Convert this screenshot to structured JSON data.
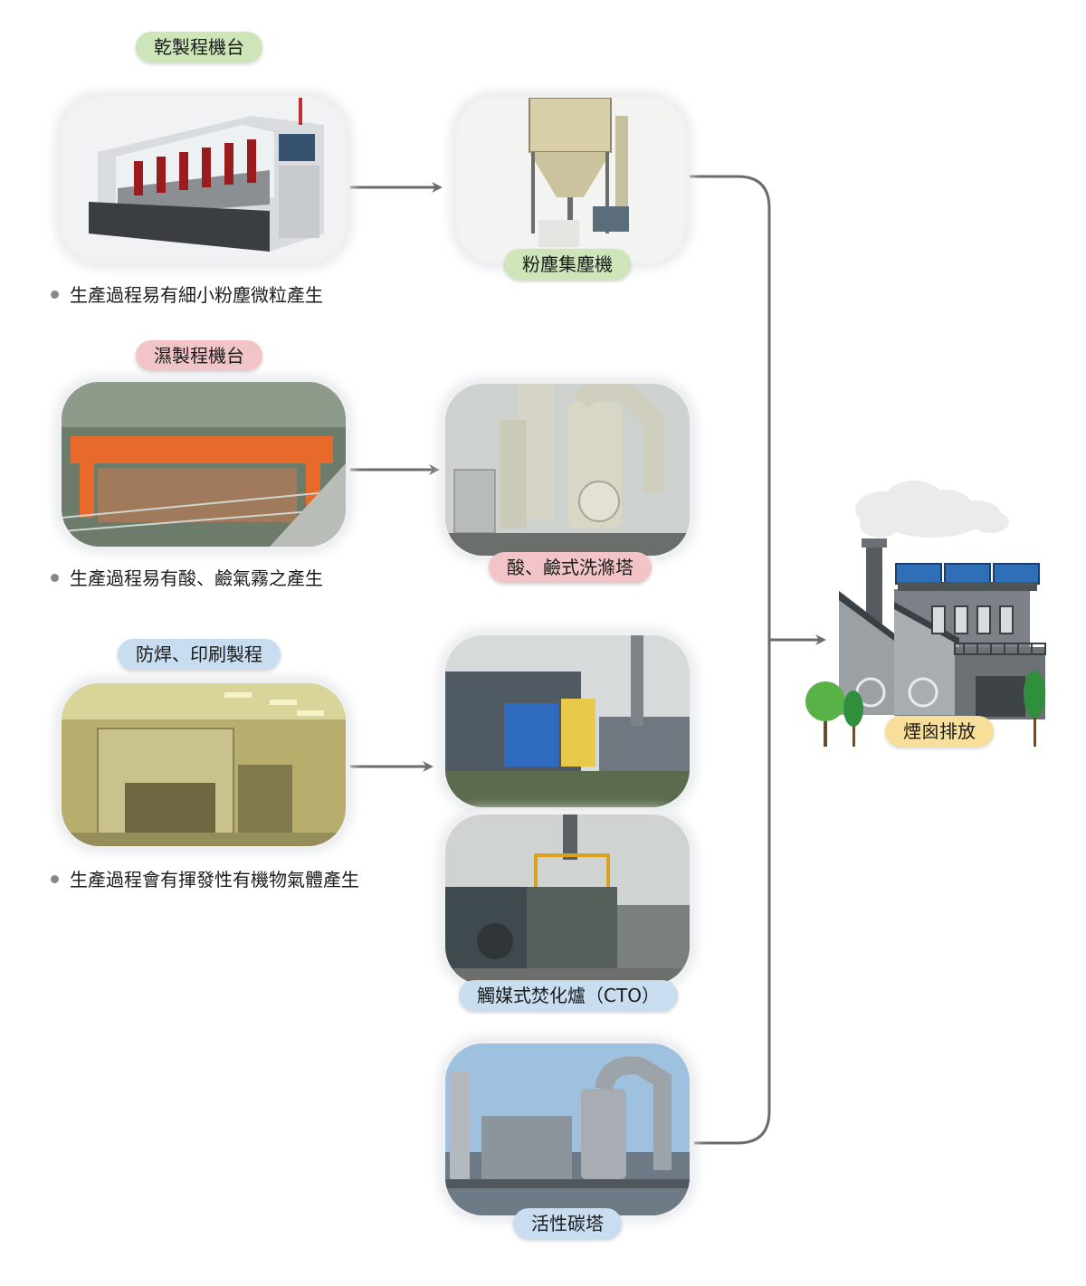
{
  "sources": [
    {
      "label": "乾製程機台",
      "note": "生產過程易有細小粉塵微粒產生",
      "color": "#cde5b9"
    },
    {
      "label": "濕製程機台",
      "note": "生產過程易有酸、鹼氣霧之產生",
      "color": "#f2c4c8"
    },
    {
      "label": "防焊、印刷製程",
      "note": "生產過程會有揮發性有機物氣體產生",
      "color": "#c8def0"
    }
  ],
  "treatments": [
    {
      "label": "粉塵集塵機"
    },
    {
      "label": "酸、鹼式洗滌塔"
    },
    {
      "label": "觸媒式焚化爐（CTO）"
    },
    {
      "label": "活性碳塔"
    }
  ],
  "destination": {
    "label": "煙囪排放",
    "color": "#f7df9a"
  },
  "icons": {
    "arrow": "right-arrow-icon",
    "factory": "factory-icon",
    "smoke": "smoke-cloud-icon",
    "solar": "solar-panel-icon",
    "recycle": "recycle-icon",
    "tree": "tree-icon"
  },
  "colors": {
    "connector": "#6b6b6b",
    "shadow": "#e3e6ea"
  }
}
